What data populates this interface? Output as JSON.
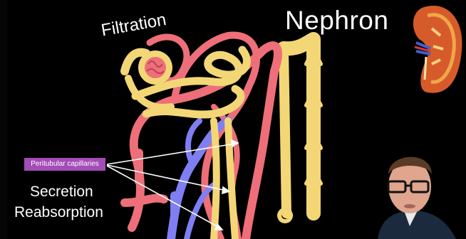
{
  "title": "Nephron",
  "labels": {
    "filtration": "Filtration",
    "peritubular": "Peritubular capillaries",
    "secretion": "Secretion",
    "reabsorption": "Reabsorption"
  },
  "icons": [
    "kidney-illustration",
    "presenter-photo",
    "nephron-diagram"
  ],
  "colors": {
    "background": "#000000",
    "tubule": "#f3d777",
    "artery": "#ee6f79",
    "vein": "#7f7ff3",
    "label_bg": "#a44cb7",
    "text": "#ffffff"
  }
}
